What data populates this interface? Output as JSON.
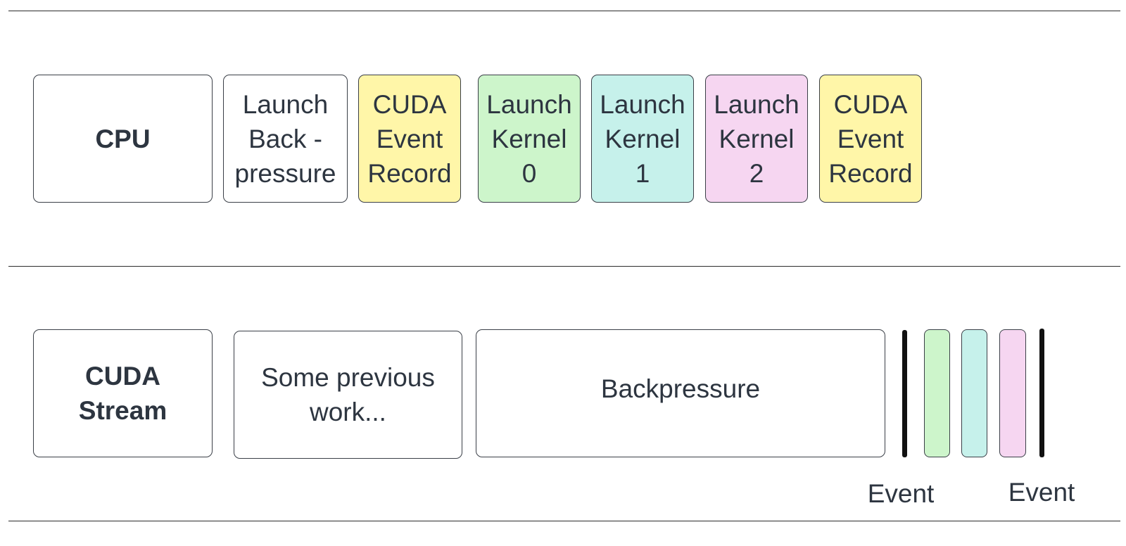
{
  "colors": {
    "yellow": "#fff6a8",
    "green": "#cdf5cb",
    "cyan": "#c6f1eb",
    "pink": "#f6d6f1",
    "white": "#ffffff",
    "marker": "#111111"
  },
  "cpu_row": {
    "label": "CPU",
    "steps": [
      {
        "text": "Launch\nBack -\npressure",
        "color": "white"
      },
      {
        "text": "CUDA\nEvent\nRecord",
        "color": "yellow"
      },
      {
        "text": "Launch\nKernel\n0",
        "color": "green"
      },
      {
        "text": "Launch\nKernel\n1",
        "color": "cyan"
      },
      {
        "text": "Launch\nKernel\n2",
        "color": "pink"
      },
      {
        "text": "CUDA\nEvent\nRecord",
        "color": "yellow"
      }
    ]
  },
  "stream_row": {
    "label": "CUDA\nStream",
    "previous_work": "Some previous\nwork...",
    "backpressure": "Backpressure",
    "kernel_colors": [
      "green",
      "cyan",
      "pink"
    ],
    "event_label_1": "Event",
    "event_label_2": "Event"
  }
}
